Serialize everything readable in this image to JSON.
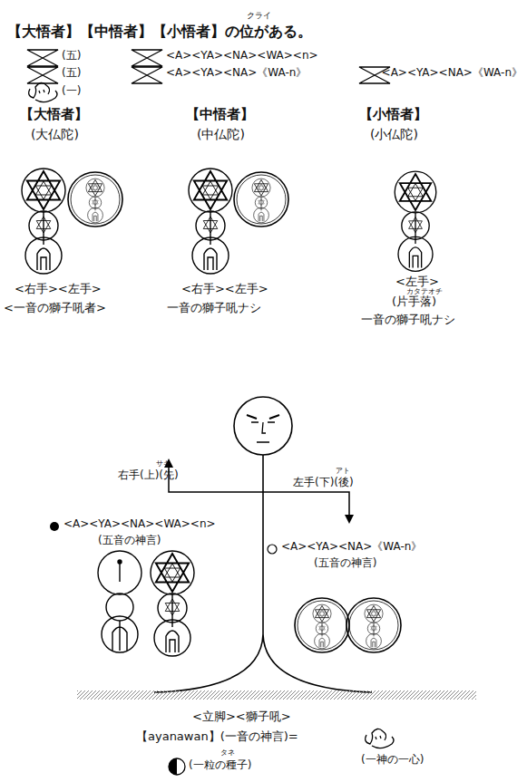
{
  "diagram": {
    "title": "【大悟者】【中悟者】【小悟者】の位がある。",
    "labels": [
      "クライ",
      "(五)",
      "(五)",
      "(一)",
      "<A><YA><NA><WA><n>",
      "<A><YA><NA>《WA-n》",
      "<A><YA><NA>《WA-n》",
      "【大悟者】",
      "(大仏陀)",
      "【中悟者】",
      "(中仏陀)",
      "【小悟者】",
      "(小仏陀)",
      "<右手><左手>",
      "<一音の獅子吼者>",
      "<右手><左手>",
      "一音の獅子吼ナシ",
      "<左手>",
      "カタテオチ",
      "(片手落)",
      "一音の獅子吼ナシ",
      "右手(上)(先)",
      "サキ",
      "左手(下)(後)",
      "アト",
      "<A><YA><NA><WA><n>",
      "(五音の神言)",
      "<A><YA><NA>《WA-n》",
      "(五音の神言)",
      "<立脚><獅子吼>",
      "【ayanawan】(一音の神言)=",
      "(一神の一心)",
      "タネ",
      "(一粒の種子)"
    ]
  }
}
